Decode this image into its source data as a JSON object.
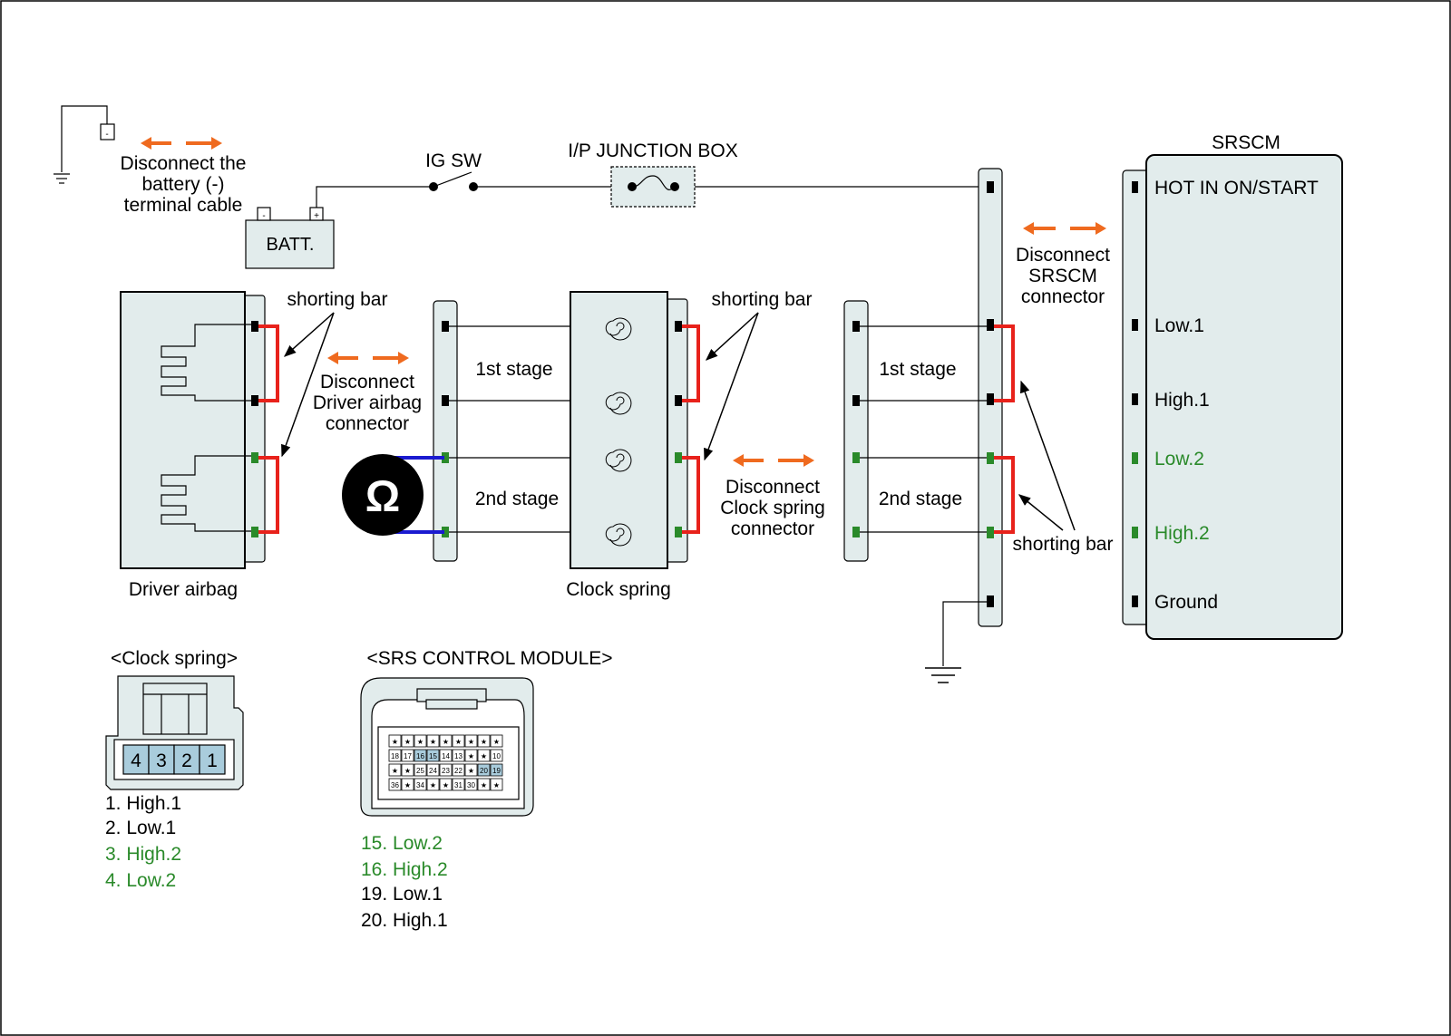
{
  "colors": {
    "panel_fill": "#e2ecec",
    "pin_black": "#000000",
    "pin_green": "#2a8a2a",
    "shorting_bar": "#e8221b",
    "meter_lead": "#1a1ad0",
    "arrow_orange": "#ef6a1f",
    "green_text": "#2a8a2a",
    "connector_pin_fill": "#a9ccdc"
  },
  "battery": {
    "label": "BATT.",
    "neg_symbol": "-",
    "pos_symbol": "+",
    "cable_terminal_symbol": "-",
    "disconnect_text": [
      "Disconnect the",
      "battery (-)",
      "terminal cable"
    ]
  },
  "ig_switch": {
    "label": "IG SW"
  },
  "junction_box": {
    "label": "I/P JUNCTION BOX"
  },
  "srscm": {
    "title": "SRSCM",
    "pins": [
      {
        "label": "HOT IN ON/START",
        "color": "black"
      },
      {
        "label": "Low.1",
        "color": "black"
      },
      {
        "label": "High.1",
        "color": "black"
      },
      {
        "label": "Low.2",
        "color": "green"
      },
      {
        "label": "High.2",
        "color": "green"
      },
      {
        "label": "Ground",
        "color": "black"
      }
    ],
    "disconnect_text": [
      "Disconnect",
      "SRSCM",
      "connector"
    ]
  },
  "driver_airbag": {
    "label": "Driver airbag",
    "disconnect_text": [
      "Disconnect",
      "Driver airbag",
      "connector"
    ]
  },
  "clock_spring": {
    "label": "Clock spring",
    "disconnect_text": [
      "Disconnect",
      "Clock spring",
      "connector"
    ]
  },
  "shorting_bar_label": "shorting bar",
  "stages": {
    "first": "1st stage",
    "second": "2nd stage"
  },
  "ohmmeter": {
    "symbol": "Ω"
  },
  "clock_spring_connector": {
    "title": "<Clock spring>",
    "pin_numbers": [
      "4",
      "3",
      "2",
      "1"
    ],
    "legend": [
      {
        "text": "1. High.1",
        "color": "black"
      },
      {
        "text": "2. Low.1",
        "color": "black"
      },
      {
        "text": "3. High.2",
        "color": "green"
      },
      {
        "text": "4. Low.2",
        "color": "green"
      }
    ]
  },
  "srs_module_connector": {
    "title": "<SRS CONTROL MODULE>",
    "rows": [
      [
        "★",
        "★",
        "★",
        "★",
        "★",
        "★",
        "★",
        "★",
        "★"
      ],
      [
        "18",
        "17",
        "16",
        "15",
        "14",
        "13",
        "★",
        "★",
        "10"
      ],
      [
        "★",
        "★",
        "25",
        "24",
        "23",
        "22",
        "★",
        "20",
        "19"
      ],
      [
        "36",
        "★",
        "34",
        "★",
        "★",
        "31",
        "30",
        "★",
        "★"
      ]
    ],
    "highlighted": [
      "16",
      "15",
      "20",
      "19"
    ],
    "legend": [
      {
        "text": "15. Low.2",
        "color": "green"
      },
      {
        "text": "16. High.2",
        "color": "green"
      },
      {
        "text": "19. Low.1",
        "color": "black"
      },
      {
        "text": "20. High.1",
        "color": "black"
      }
    ]
  }
}
